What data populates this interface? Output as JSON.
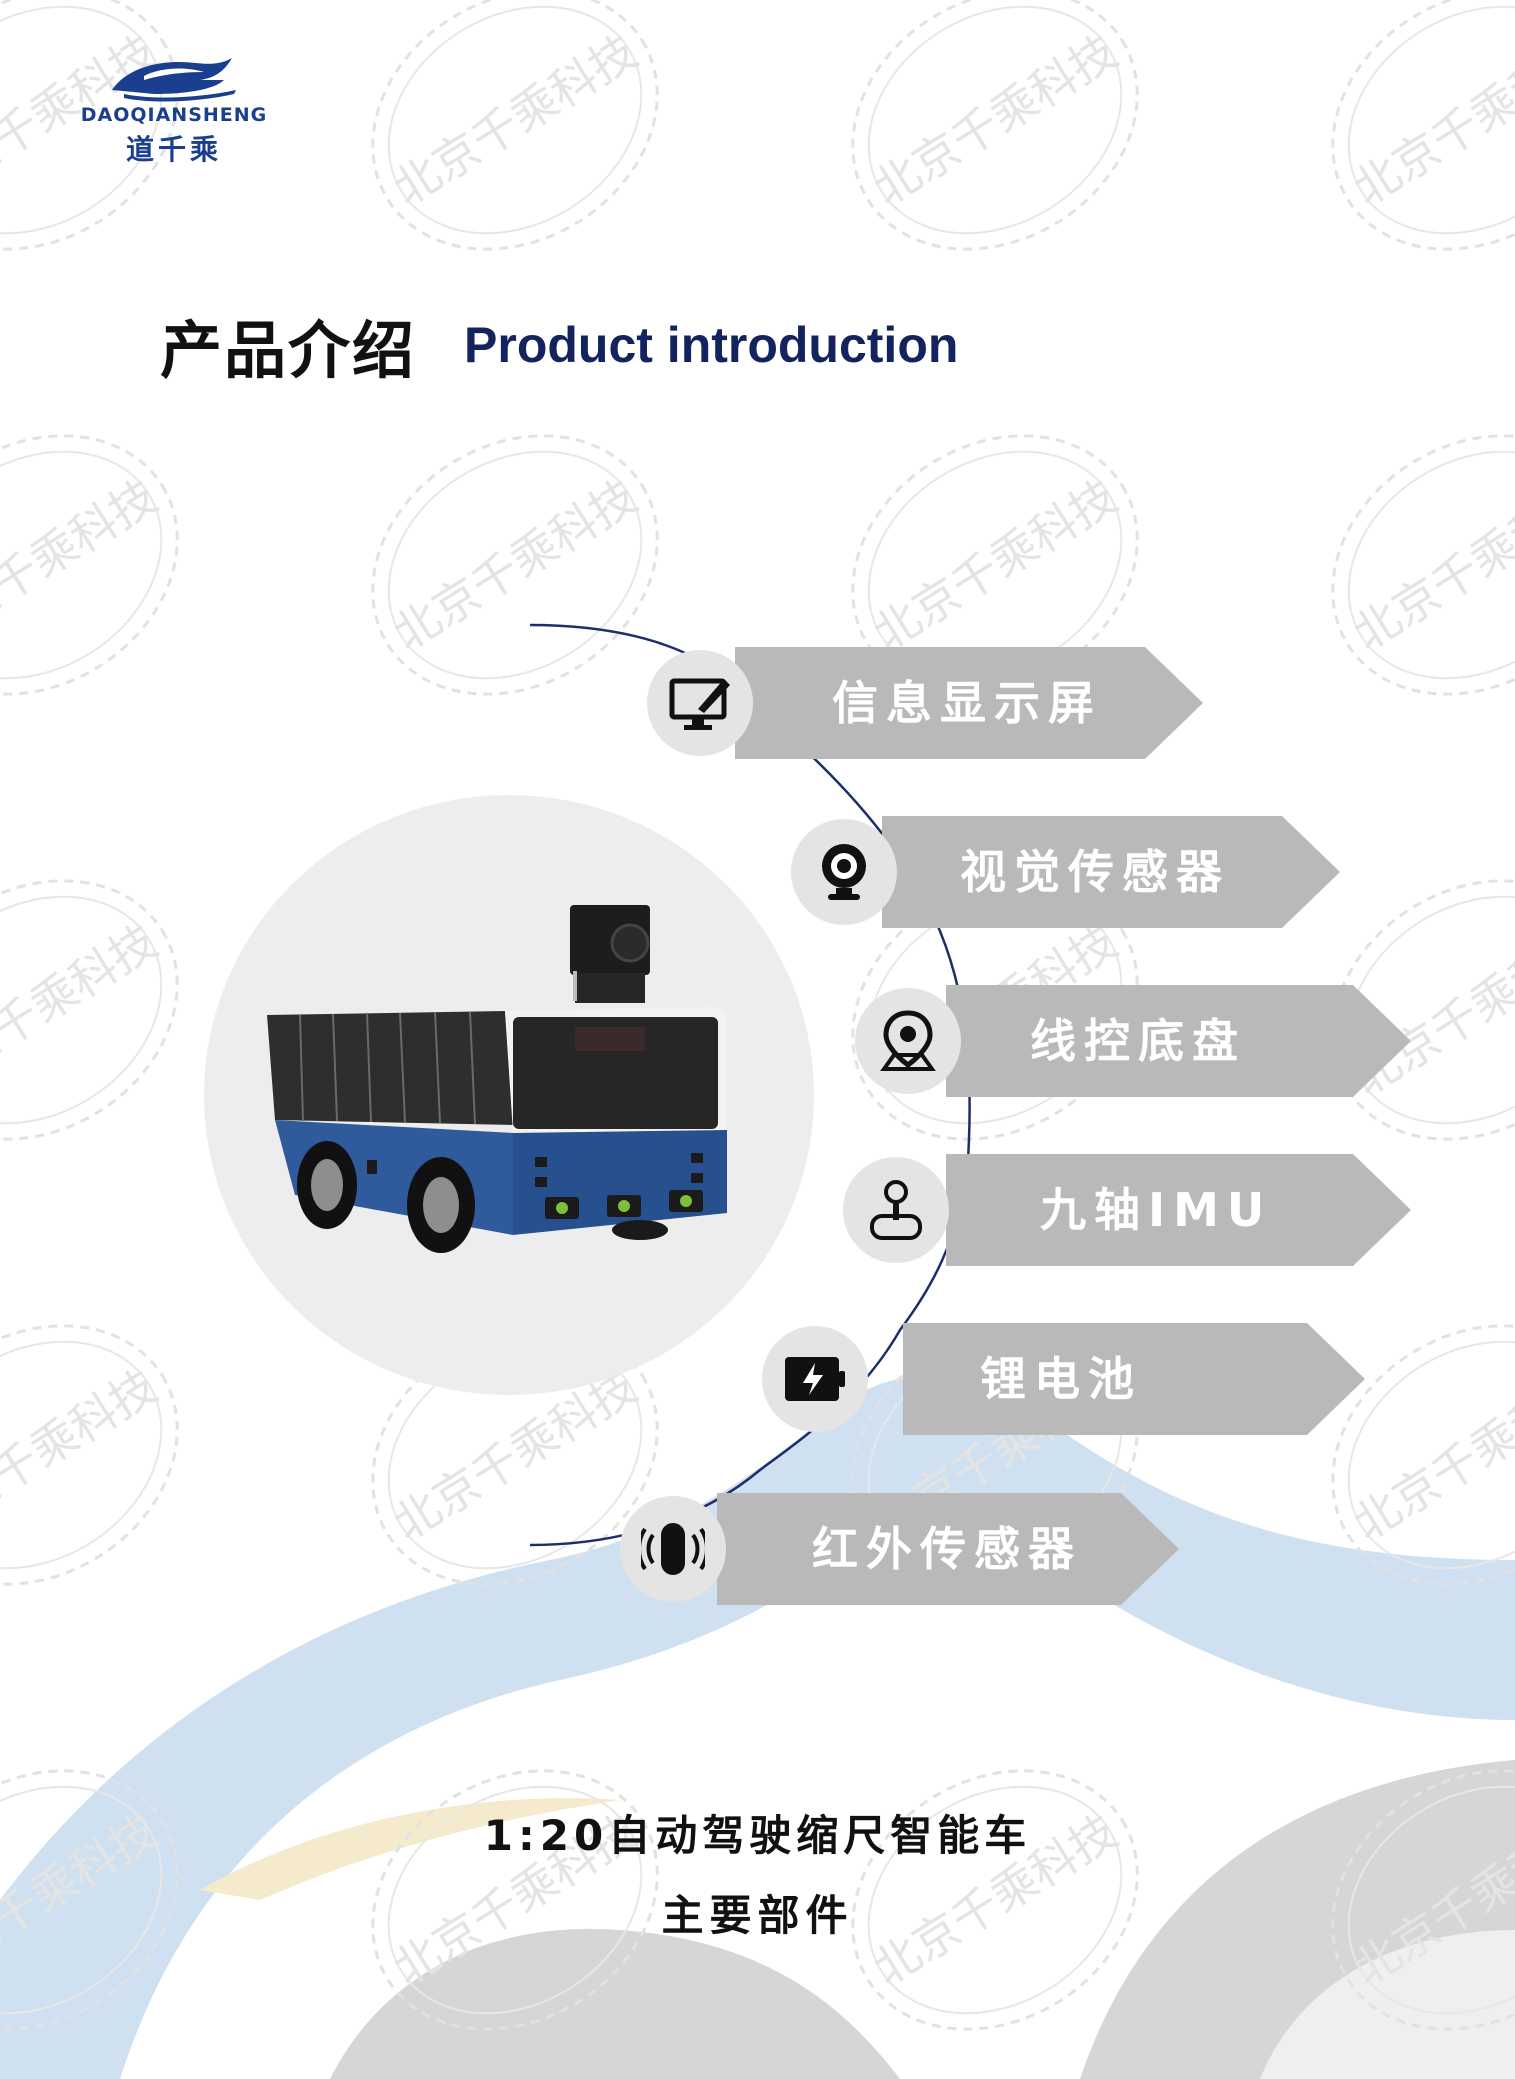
{
  "colors": {
    "navy": "#13235e",
    "brand": "#1a3f8f",
    "banner": "#b9b9b9",
    "wave_blue": "#c7dbee",
    "wave_gray": "#d6d6d6",
    "wave_yellow": "#f5ebcc"
  },
  "logo": {
    "brand_en": "DAOQIANSHENG",
    "brand_cn": "道千乘"
  },
  "heading": {
    "cn": "产品介绍",
    "en": "Product introduction"
  },
  "watermark": "北京千乘科技",
  "components": [
    {
      "label": "信息显示屏",
      "icon": "display-screen-icon"
    },
    {
      "label": "视觉传感器",
      "icon": "camera-icon"
    },
    {
      "label": "线控底盘",
      "icon": "location-pin-icon"
    },
    {
      "label": "九轴IMU",
      "icon": "joystick-icon"
    },
    {
      "label": "锂电池",
      "icon": "battery-icon"
    },
    {
      "label": "红外传感器",
      "icon": "infrared-sensor-icon"
    }
  ],
  "caption": {
    "line1": "1:20自动驾驶缩尺智能车",
    "line2": "主要部件"
  }
}
